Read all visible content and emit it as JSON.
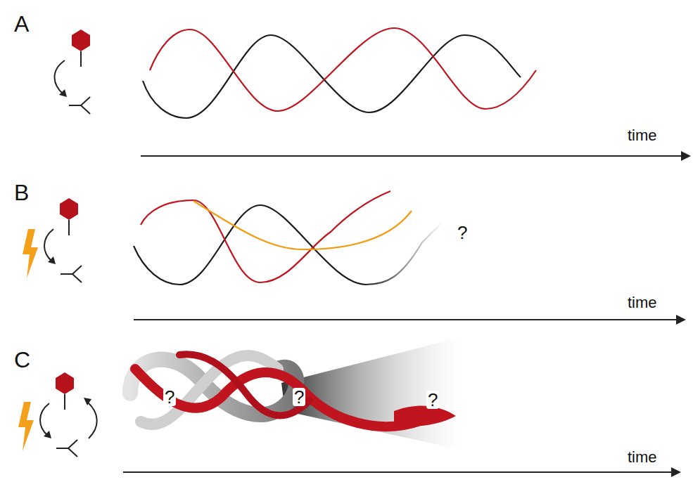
{
  "diagram": {
    "labels": [
      "A",
      "time",
      "B",
      "?",
      "time",
      "C",
      "?",
      "?",
      "?",
      "time"
    ]
  }
}
